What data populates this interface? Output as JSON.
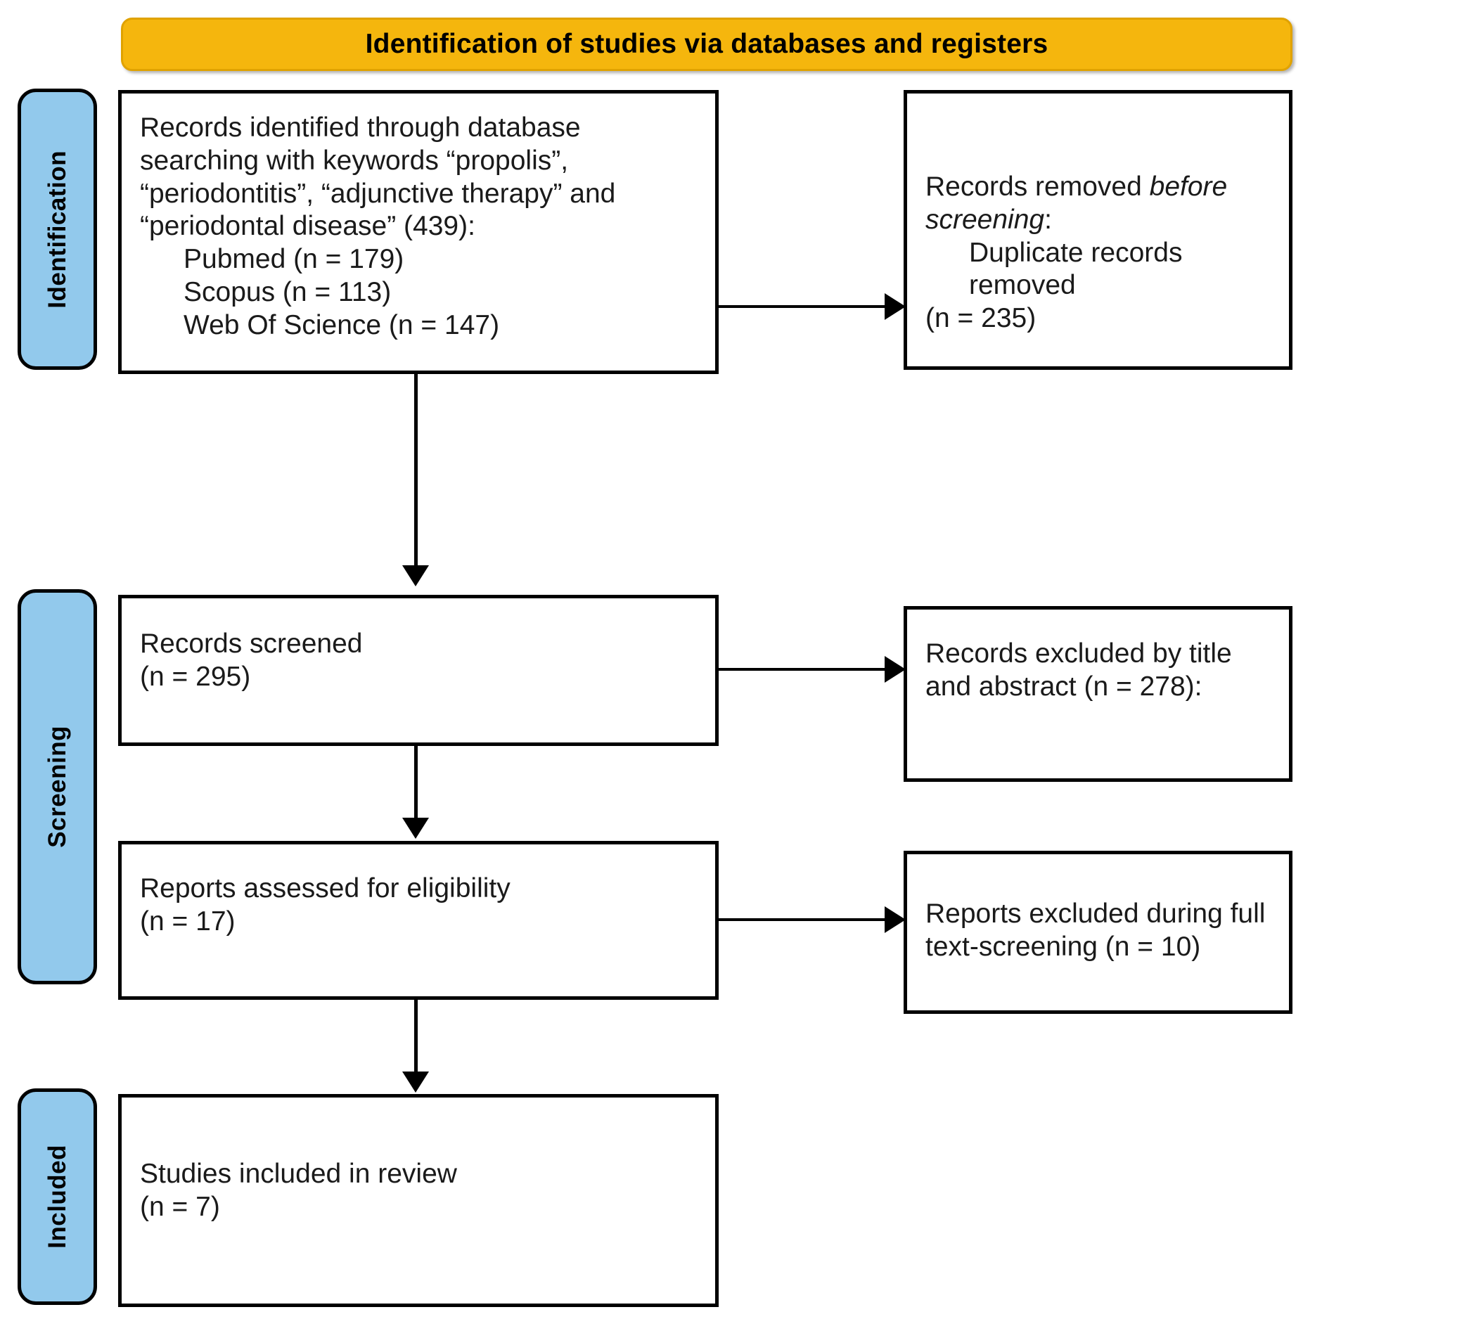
{
  "header": {
    "title": "Identification of studies via databases and registers",
    "bg_color": "#F5B60D"
  },
  "stages": {
    "bg_color": "#92C9EC",
    "items": [
      {
        "id": "identification",
        "label": "Identification"
      },
      {
        "id": "screening",
        "label": "Screening"
      },
      {
        "id": "included",
        "label": "Included"
      }
    ]
  },
  "boxes": {
    "records_identified": {
      "paragraph": "Records identified through database searching with keywords “propolis”, “periodontitis”, “adjunctive therapy” and “periodontal disease” (439):",
      "sources": [
        "Pubmed (n = 179)",
        "Scopus (n = 113)",
        "Web Of Science (n = 147)"
      ],
      "total": "439",
      "counts": {
        "pubmed": "179",
        "scopus": "113",
        "web_of_science": "147"
      }
    },
    "records_removed": {
      "line1_plain": "Records removed ",
      "line1_italic": "before",
      "line2_italic": "screening",
      "line2_plain": ":",
      "detail": "Duplicate records removed",
      "count_line": "(n = 235)",
      "count": "235"
    },
    "records_screened": {
      "label": "Records screened",
      "count_line": "(n = 295)",
      "count": "295"
    },
    "records_excluded": {
      "text": "Records excluded by title and abstract (n = 278):",
      "count": "278"
    },
    "reports_assessed": {
      "label": "Reports assessed for eligibility",
      "count_line": "(n = 17)",
      "count": "17"
    },
    "reports_excluded": {
      "text": "Reports excluded during full text-screening (n = 10)",
      "count": "10"
    },
    "studies_included": {
      "label": "Studies included in review",
      "count_line": "(n = 7)",
      "count": "7"
    }
  }
}
